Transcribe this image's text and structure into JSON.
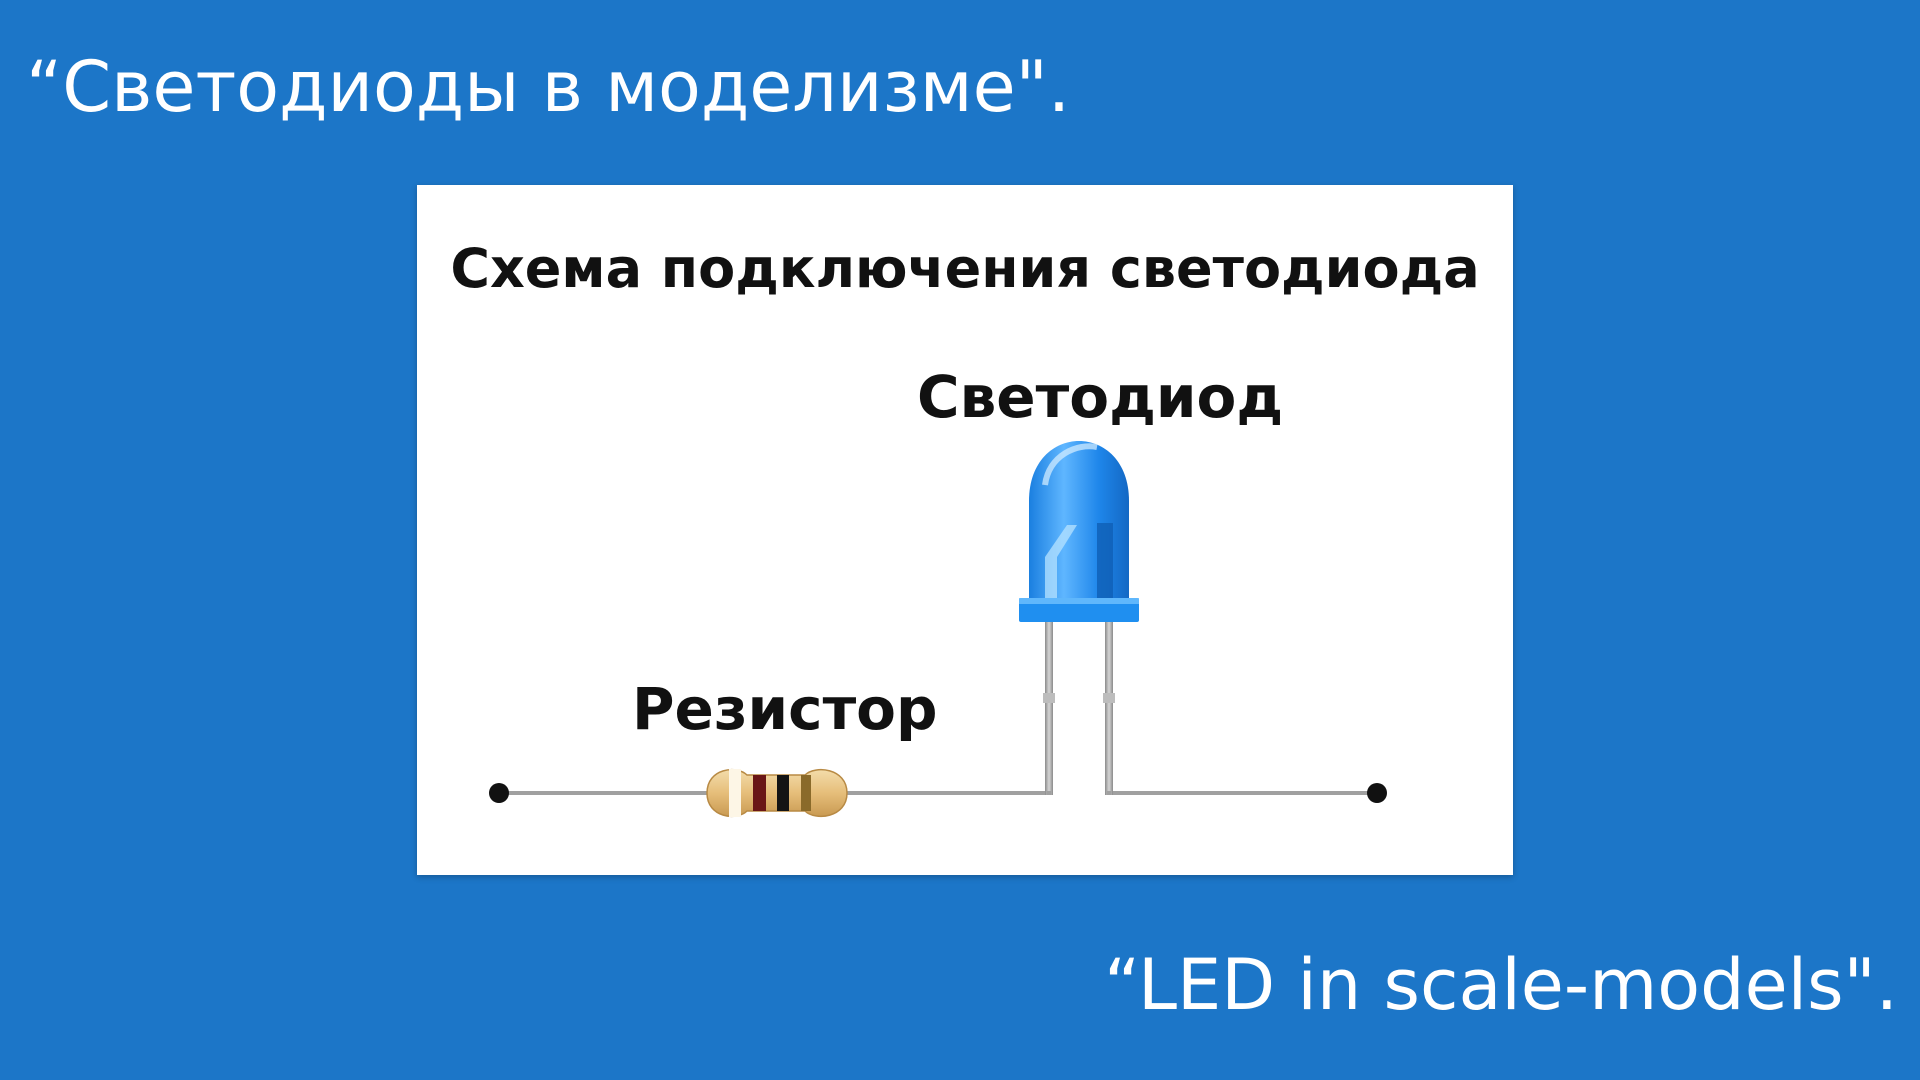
{
  "slide": {
    "title": "“Светодиоды в моделизме\".",
    "subtitle": "“LED in scale-models\"."
  },
  "diagram": {
    "heading": "Схема подключения светодиода",
    "led_label": "Светодиод",
    "resistor_label": "Резистор"
  },
  "colors": {
    "background": "#1c76c8",
    "led_blue": "#1f8ff0",
    "wire": "#9a9a9a"
  }
}
